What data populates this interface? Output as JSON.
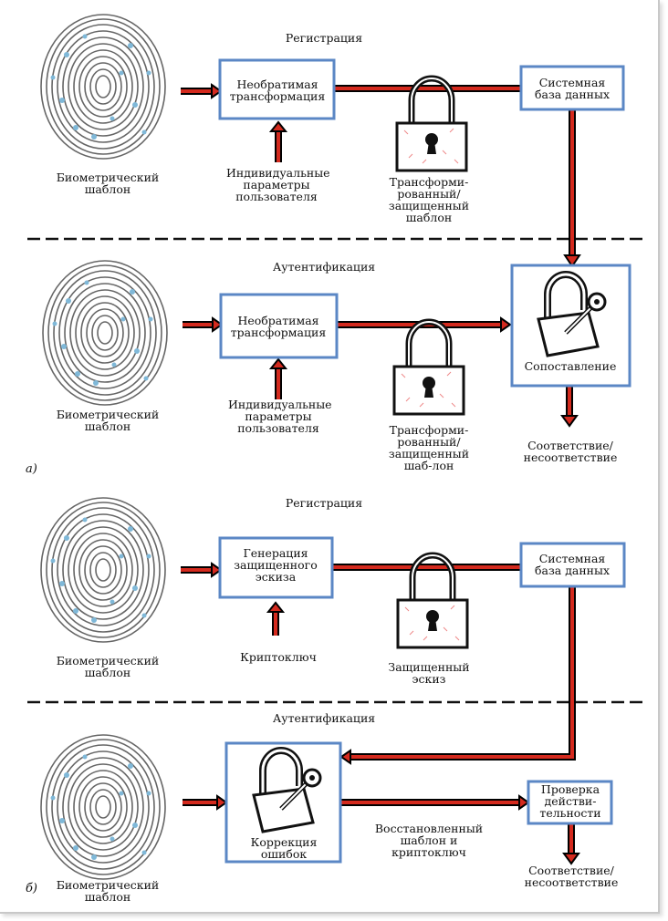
{
  "part_a": {
    "label": "а)",
    "registration": {
      "title": "Регистрация",
      "template_label": "Биометрический шаблон",
      "transform_box": "Необратимая трансформация",
      "params_label": "Индивидуальные параметры пользователя",
      "db_box": "Системная база данных",
      "lock_label": "Трансформи-рованный/ защищенный шаблон"
    },
    "authentication": {
      "title": "Аутентификация",
      "template_label": "Биометрический шаблон",
      "transform_box": "Необратимая трансформация",
      "params_label": "Индивидуальные параметры пользователя",
      "match_box": "Сопоставление",
      "lock_label": "Трансформи-рованный/ защищенный шаб-лон",
      "result_label": "Соответствие/ несоответствие"
    }
  },
  "part_b": {
    "label": "б)",
    "registration": {
      "title": "Регистрация",
      "template_label": "Биометрический шаблон",
      "sketch_box": "Генерация защищенного эскиза",
      "key_label": "Криптоключ",
      "db_box": "Системная база данных",
      "lock_label": "Защищенный эскиз"
    },
    "authentication": {
      "title": "Аутентификация",
      "template_label": "Биометрический шаблон",
      "correction_box": "Коррекция ошибок",
      "restored_label": "Восстановленный шаблон и криптоключ",
      "verify_box": "Проверка действи-тельности",
      "result_label": "Соответствие/ несоответствие"
    }
  },
  "colors": {
    "arrow_fill": "#d42a1e",
    "arrow_outline": "#000000",
    "box_border": "#5b87c5",
    "fingerprint_minutiae": "#7fb8d8"
  }
}
